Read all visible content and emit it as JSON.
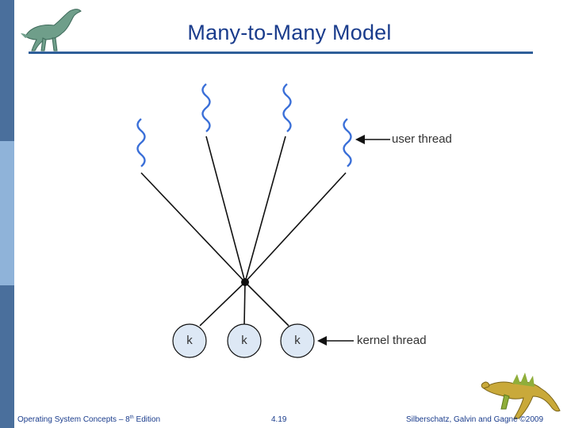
{
  "colors": {
    "sidebar_top": "#4a6f9c",
    "sidebar_mid": "#8fb3d9",
    "sidebar_bottom": "#4a6f9c",
    "title": "#1a3c8c",
    "rule": "#2e5e99",
    "thread": "#3a6fd8",
    "line": "#111111",
    "node_fill": "#dde8f5",
    "diagram_bg": "#ffffff"
  },
  "icons": {
    "top_logo": "dinosaur-icon",
    "bottom_logo": "dinosaur-icon"
  },
  "slide": {
    "title": "Many-to-Many Model"
  },
  "diagram": {
    "user_thread_label": "user thread",
    "kernel_thread_label": "kernel thread",
    "kernel_nodes": [
      "k",
      "k",
      "k"
    ]
  },
  "footer": {
    "book": "Operating System Concepts – 8",
    "book_sup": "th",
    "book_suffix": " Edition",
    "page": "4.19",
    "authors": "Silberschatz, Galvin and Gagne ©2009"
  }
}
